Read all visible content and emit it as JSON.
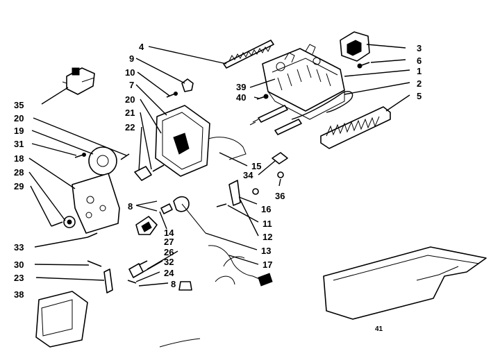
{
  "diagram": {
    "labels": {
      "l1": "1",
      "l2": "2",
      "l3": "3",
      "l4": "4",
      "l5": "5",
      "l6": "6",
      "l7": "7",
      "l8a": "8",
      "l8b": "8",
      "l9": "9",
      "l10": "10",
      "l11": "11",
      "l12": "12",
      "l13": "13",
      "l14": "14",
      "l15": "15",
      "l16": "16",
      "l17": "17",
      "l18": "18",
      "l19": "19",
      "l20a": "20",
      "l20b": "20",
      "l21": "21",
      "l22": "22",
      "l23": "23",
      "l24": "24",
      "l26": "26",
      "l27": "27",
      "l28": "28",
      "l29": "29",
      "l30": "30",
      "l31": "31",
      "l32": "32",
      "l33": "33",
      "l34": "34",
      "l35": "35",
      "l36": "36",
      "l38": "38",
      "l39": "39",
      "l40": "40",
      "l41": "41"
    }
  }
}
